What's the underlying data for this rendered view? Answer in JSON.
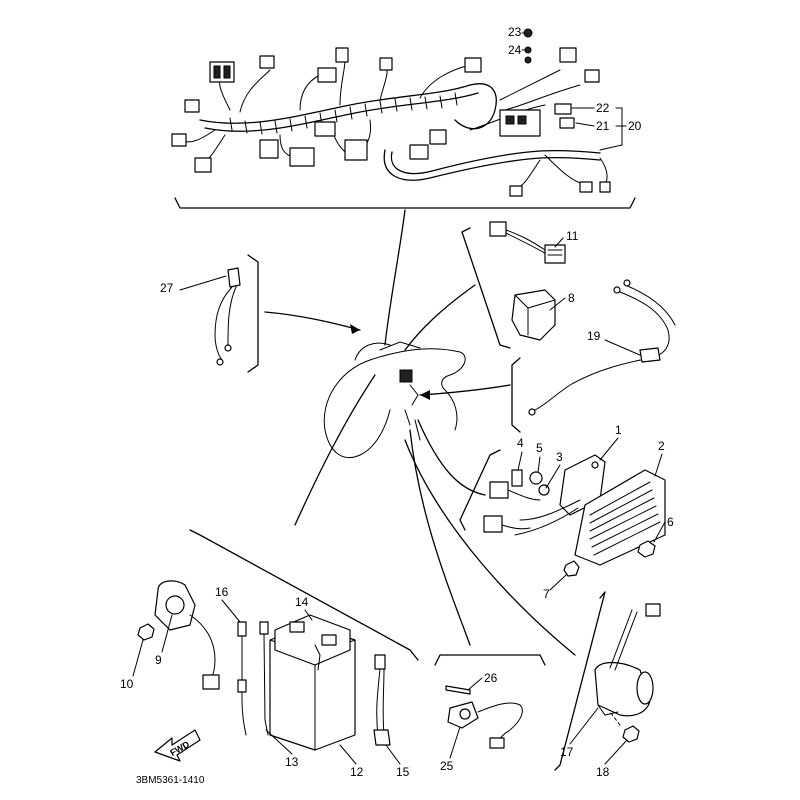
{
  "drawing_code": "3BM5361-1410",
  "fwd_label": "FWD",
  "callouts": [
    {
      "id": "c1",
      "label": "1"
    },
    {
      "id": "c2",
      "label": "2"
    },
    {
      "id": "c3",
      "label": "3"
    },
    {
      "id": "c4",
      "label": "4"
    },
    {
      "id": "c5",
      "label": "5"
    },
    {
      "id": "c6",
      "label": "6"
    },
    {
      "id": "c7",
      "label": "7"
    },
    {
      "id": "c8",
      "label": "8"
    },
    {
      "id": "c9",
      "label": "9"
    },
    {
      "id": "c10",
      "label": "10"
    },
    {
      "id": "c11",
      "label": "11"
    },
    {
      "id": "c12",
      "label": "12"
    },
    {
      "id": "c13",
      "label": "13"
    },
    {
      "id": "c14",
      "label": "14"
    },
    {
      "id": "c15",
      "label": "15"
    },
    {
      "id": "c16",
      "label": "16"
    },
    {
      "id": "c17",
      "label": "17"
    },
    {
      "id": "c18",
      "label": "18"
    },
    {
      "id": "c19",
      "label": "19"
    },
    {
      "id": "c20",
      "label": "20"
    },
    {
      "id": "c21",
      "label": "21"
    },
    {
      "id": "c22",
      "label": "22"
    },
    {
      "id": "c23",
      "label": "23"
    },
    {
      "id": "c24",
      "label": "24"
    },
    {
      "id": "c25",
      "label": "25"
    },
    {
      "id": "c26",
      "label": "26"
    },
    {
      "id": "c27",
      "label": "27"
    }
  ]
}
